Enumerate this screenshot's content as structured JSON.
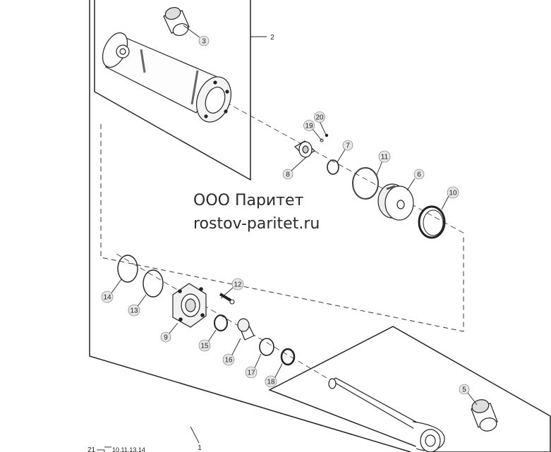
{
  "watermark": {
    "line1": "ООО Паритет",
    "line2": "rostov-paritet.ru"
  },
  "callouts": {
    "c1": "1",
    "c2": "2",
    "c3": "3",
    "c5": "5",
    "c6": "6",
    "c7": "7",
    "c8": "8",
    "c9": "9",
    "c10": "10",
    "c11": "11",
    "c12": "12",
    "c13": "13",
    "c14": "14",
    "c15": "15",
    "c16": "16",
    "c17": "17",
    "c18": "18",
    "c19": "19",
    "c20": "20",
    "c21": "21"
  },
  "ref_note": "10,11,13,14",
  "colors": {
    "line": "#222222",
    "bubble": "#e6e6e6",
    "shade": "#9a9a9a"
  }
}
